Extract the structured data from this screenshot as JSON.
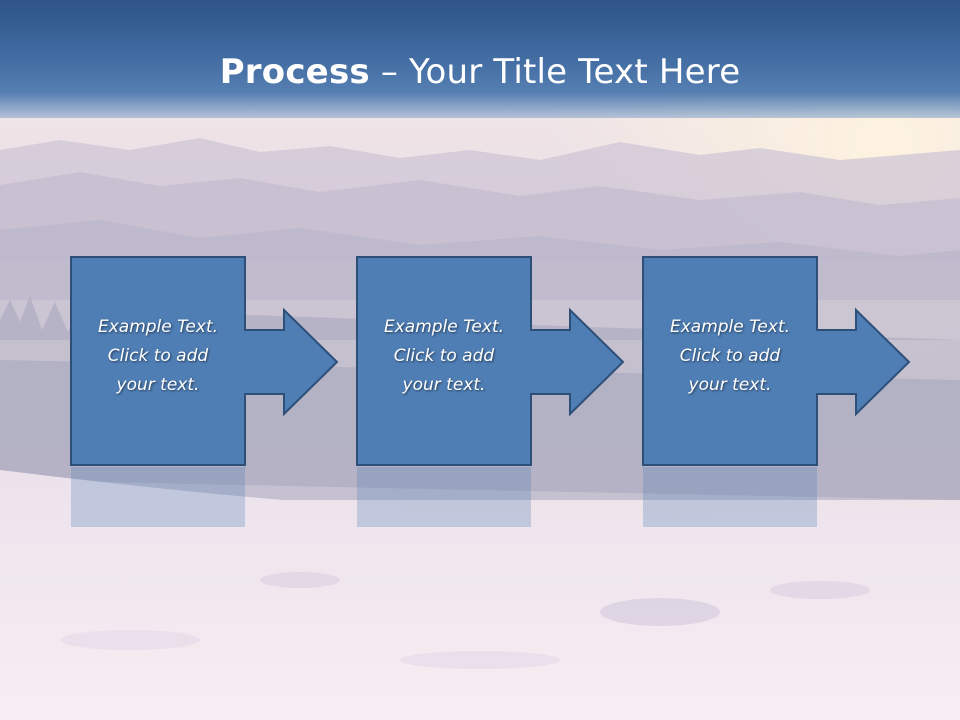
{
  "slide": {
    "title_bold": "Process",
    "title_rest": " – Your Title Text Here"
  },
  "steps": [
    {
      "text": "Example Text.\nClick  to add\nyour text."
    },
    {
      "text": "Example Text.\nClick  to add\nyour text."
    },
    {
      "text": "Example Text.\nClick  to add\nyour text."
    }
  ],
  "colors": {
    "box_fill": "#4f7eb5",
    "box_stroke": "#2d4f78",
    "header": "#3f6aa0"
  }
}
